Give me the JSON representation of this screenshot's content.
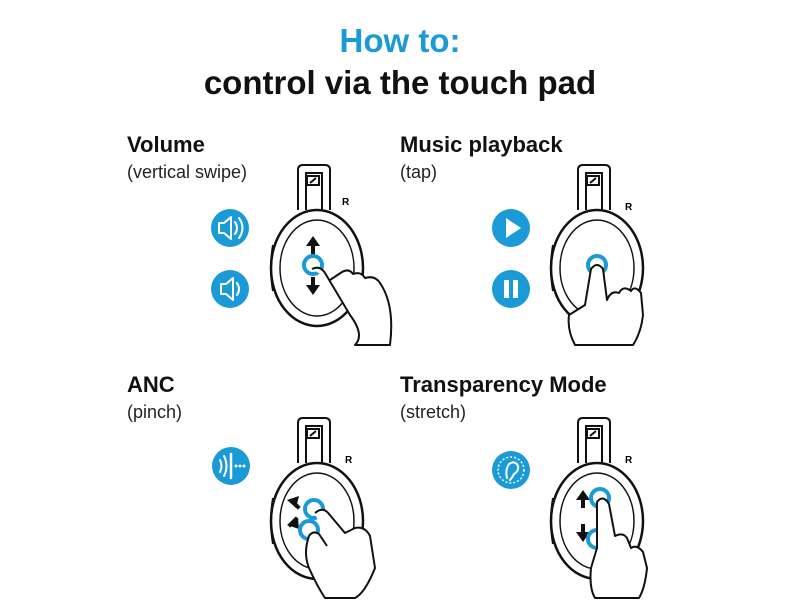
{
  "header": {
    "how_to": "How to:",
    "title": "control via the touch pad"
  },
  "sections": [
    {
      "title": "Volume",
      "subtitle": "(vertical swipe)",
      "icons": [
        "volume-up-icon",
        "volume-down-icon"
      ]
    },
    {
      "title": "Music playback",
      "subtitle": "(tap)",
      "icons": [
        "play-icon",
        "pause-icon"
      ]
    },
    {
      "title": "ANC",
      "subtitle": "(pinch)",
      "icons": [
        "anc-icon"
      ]
    },
    {
      "title": "Transparency Mode",
      "subtitle": "(stretch)",
      "icons": [
        "transparency-ear-icon"
      ]
    }
  ],
  "ear_side_label": "R",
  "colors": {
    "accent": "#1a9ad6",
    "ink": "#111111"
  }
}
